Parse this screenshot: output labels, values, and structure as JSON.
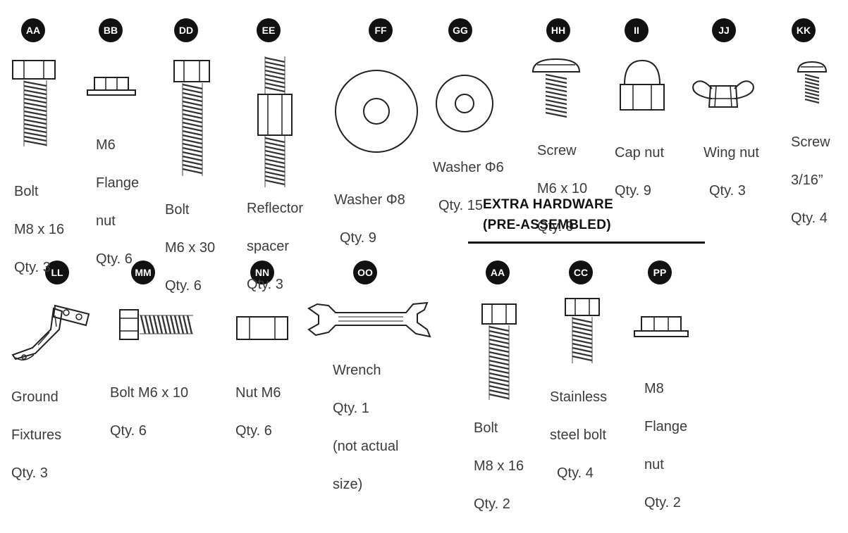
{
  "parts": [
    {
      "id": "AA",
      "lines": [
        "Bolt",
        "M8 x 16",
        "Qty. 3"
      ]
    },
    {
      "id": "BB",
      "lines": [
        "M6",
        "Flange",
        "nut",
        "Qty. 6"
      ]
    },
    {
      "id": "DD",
      "lines": [
        "Bolt",
        "M6 x 30",
        "Qty. 6"
      ]
    },
    {
      "id": "EE",
      "lines": [
        "Reflector",
        "spacer",
        "Qty. 3"
      ]
    },
    {
      "id": "FF",
      "lines": [
        "Washer Φ8",
        "Qty. 9"
      ]
    },
    {
      "id": "GG",
      "lines": [
        "Washer Φ6",
        "Qty. 15"
      ]
    },
    {
      "id": "HH",
      "lines": [
        "Screw",
        "M6 x 10",
        "Qty. 9"
      ]
    },
    {
      "id": "II",
      "lines": [
        "Cap nut",
        "Qty. 9"
      ]
    },
    {
      "id": "JJ",
      "lines": [
        "Wing nut",
        "Qty. 3"
      ]
    },
    {
      "id": "KK",
      "lines": [
        "Screw",
        "3/16”",
        "Qty. 4"
      ]
    },
    {
      "id": "LL",
      "lines": [
        "Ground",
        "Fixtures",
        "Qty. 3"
      ]
    },
    {
      "id": "MM",
      "lines": [
        "Bolt M6 x 10",
        "Qty. 6"
      ]
    },
    {
      "id": "NN",
      "lines": [
        "Nut M6",
        "Qty. 6"
      ]
    },
    {
      "id": "OO",
      "lines": [
        "Wrench",
        "Qty. 1",
        "(not actual",
        "size)"
      ]
    }
  ],
  "extra_hardware": {
    "title_line1": "EXTRA HARDWARE",
    "title_line2": "(PRE-ASSEMBLED)",
    "parts": [
      {
        "id": "AA",
        "lines": [
          "Bolt",
          "M8 x 16",
          "Qty. 2"
        ]
      },
      {
        "id": "CC",
        "lines": [
          "Stainless",
          "steel bolt",
          "Qty. 4"
        ]
      },
      {
        "id": "PP",
        "lines": [
          "M8",
          "Flange",
          "nut",
          "Qty. 2"
        ]
      }
    ]
  },
  "colors": {
    "badge": "#111111",
    "badge_text": "#ffffff",
    "line_art": "#222222",
    "text": "#3c3c3c"
  },
  "icons": [
    "hex-bolt-icon",
    "flange-nut-icon",
    "spacer-icon",
    "washer-icon",
    "screw-icon",
    "cap-nut-icon",
    "wing-nut-icon",
    "ground-fixture-icon",
    "hex-nut-icon",
    "wrench-icon"
  ]
}
